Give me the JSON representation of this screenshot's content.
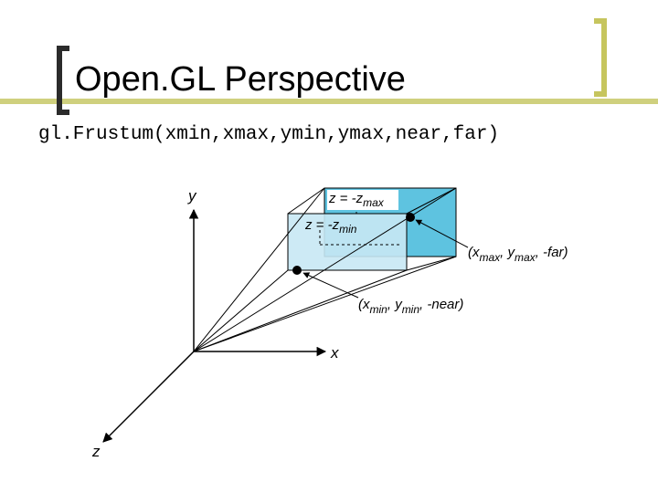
{
  "slide": {
    "title": "Open.GL Perspective",
    "code": "gl.Frustum(xmin,xmax,ymin,ymax,near,far)"
  },
  "colors": {
    "accent_line": "#cfd07e",
    "bracket_left": "#2b2b2b",
    "bracket_right": "#c6c55e",
    "far_plane": "#5ec3e0",
    "near_plane": "#c8e8f4"
  },
  "diagram": {
    "axis_y": "y",
    "axis_x": "x",
    "axis_z": "z",
    "far_plane_label": {
      "prefix": "z = -z",
      "sub": "max"
    },
    "near_plane_label": {
      "prefix": "z = -z",
      "sub": "min"
    },
    "far_corner": {
      "x": "x",
      "x_sub": "max",
      "y": "y",
      "y_sub": "max",
      "z": "-far"
    },
    "near_corner": {
      "x": "x",
      "x_sub": "min",
      "y": "y",
      "y_sub": "min",
      "z": "-near"
    }
  }
}
